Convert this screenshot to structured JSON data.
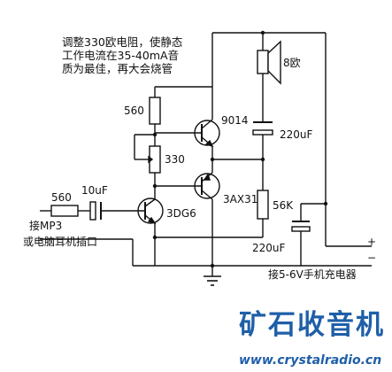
{
  "note": {
    "line1": "调整330欧电阻，使静态",
    "line2": "工作电流在35-40mA音",
    "line3": "质为最佳，再大会烧管"
  },
  "components": {
    "speaker": "8欧",
    "r_top": "560",
    "q_upper": "9014",
    "cap_out": "220uF",
    "pot": "330",
    "q_lower": "3AX31",
    "r_in": "560",
    "cap_in": "10uF",
    "q_driver": "3DG6",
    "r_bias": "56K",
    "cap_supply": "220uF"
  },
  "input": {
    "line1": "接MP3",
    "line2": "或电脑耳机插口"
  },
  "supply": {
    "plus": "+",
    "minus": "−",
    "label": "接5-6V手机充电器"
  },
  "watermark": {
    "brand": "矿石收音机",
    "url": "www.crystalradio.cn"
  }
}
